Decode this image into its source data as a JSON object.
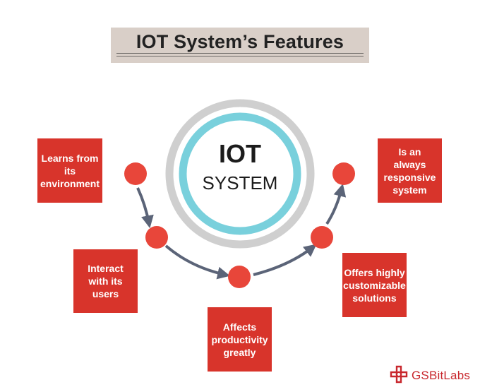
{
  "title": "IOT System’s Features",
  "center": {
    "title": "IOT",
    "subtitle": "SYSTEM"
  },
  "features": [
    {
      "id": "learns",
      "label": "Learns from its environment"
    },
    {
      "id": "interact",
      "label": "Interact with its users"
    },
    {
      "id": "affects",
      "label": "Affects productivity greatly"
    },
    {
      "id": "offers",
      "label": "Offers highly customizable solutions"
    },
    {
      "id": "responsive",
      "label": "Is an always responsive system"
    }
  ],
  "logo": {
    "text": "GSBitLabs"
  },
  "colors": {
    "accent_red": "#d8342b",
    "node_red": "#e8463a",
    "arrow_slate": "#5b6478",
    "ring_gray": "#cfcfcf",
    "ring_cyan": "#79d0dc",
    "banner_bg": "#d9cfc8"
  }
}
